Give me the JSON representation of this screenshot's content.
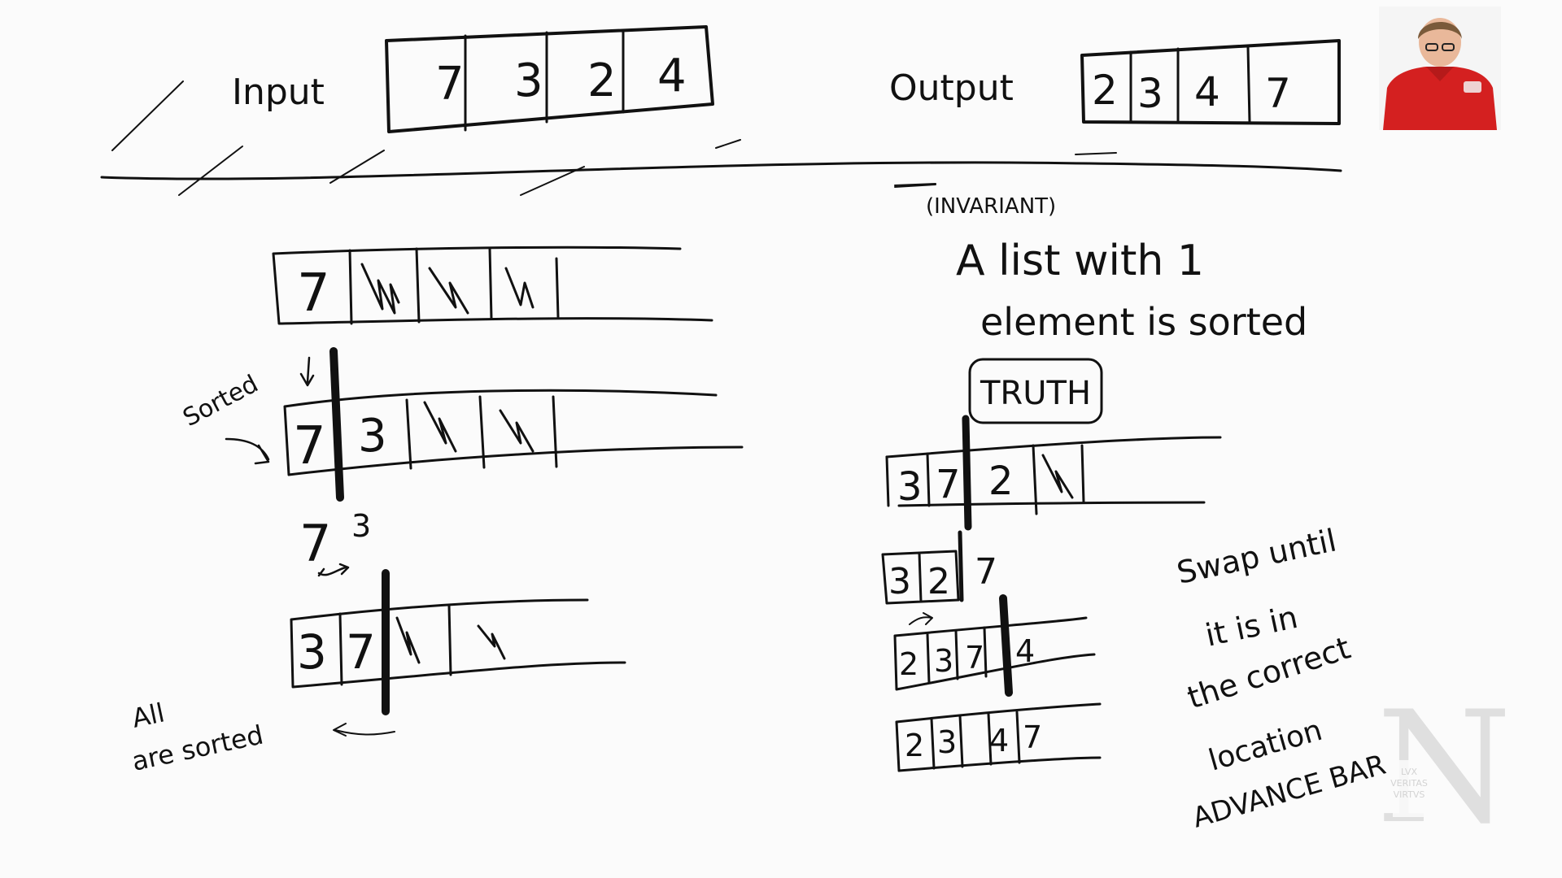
{
  "top": {
    "input_label": "Input",
    "input_values": [
      "7",
      "3",
      "2",
      "4"
    ],
    "output_label": "Output",
    "output_values": [
      "2",
      "3",
      "4",
      "7"
    ]
  },
  "left": {
    "row1": [
      "7",
      "",
      "",
      ""
    ],
    "sorted_label": "Sorted",
    "row2": [
      "7",
      "3",
      "",
      ""
    ],
    "swap_a": "7",
    "swap_b": "3",
    "row3": [
      "3",
      "7",
      "",
      ""
    ],
    "all_sorted_line1": "All",
    "all_sorted_line2": "are sorted"
  },
  "right": {
    "invariant": "(INVARIANT)",
    "statement_line1": "A list with 1",
    "statement_line2": "element is sorted",
    "truth": "TRUTH",
    "row1": [
      "3",
      "7",
      "2",
      ""
    ],
    "row2": [
      "3",
      "2",
      "7"
    ],
    "row3": [
      "2",
      "3",
      "7",
      "4"
    ],
    "row4": [
      "2",
      "3",
      "4",
      "7"
    ],
    "note_lines": [
      "Swap until",
      "it is in",
      "the correct",
      "location",
      "ADVANCE BAR"
    ]
  },
  "logo": {
    "letter": "N",
    "motto_lines": [
      "LVX",
      "VERITAS",
      "VIRTVS"
    ]
  },
  "colors": {
    "ink": "#111111",
    "board": "#fbfbfb",
    "shirt": "#d42020",
    "logo_gray": "#d9d9d9"
  }
}
